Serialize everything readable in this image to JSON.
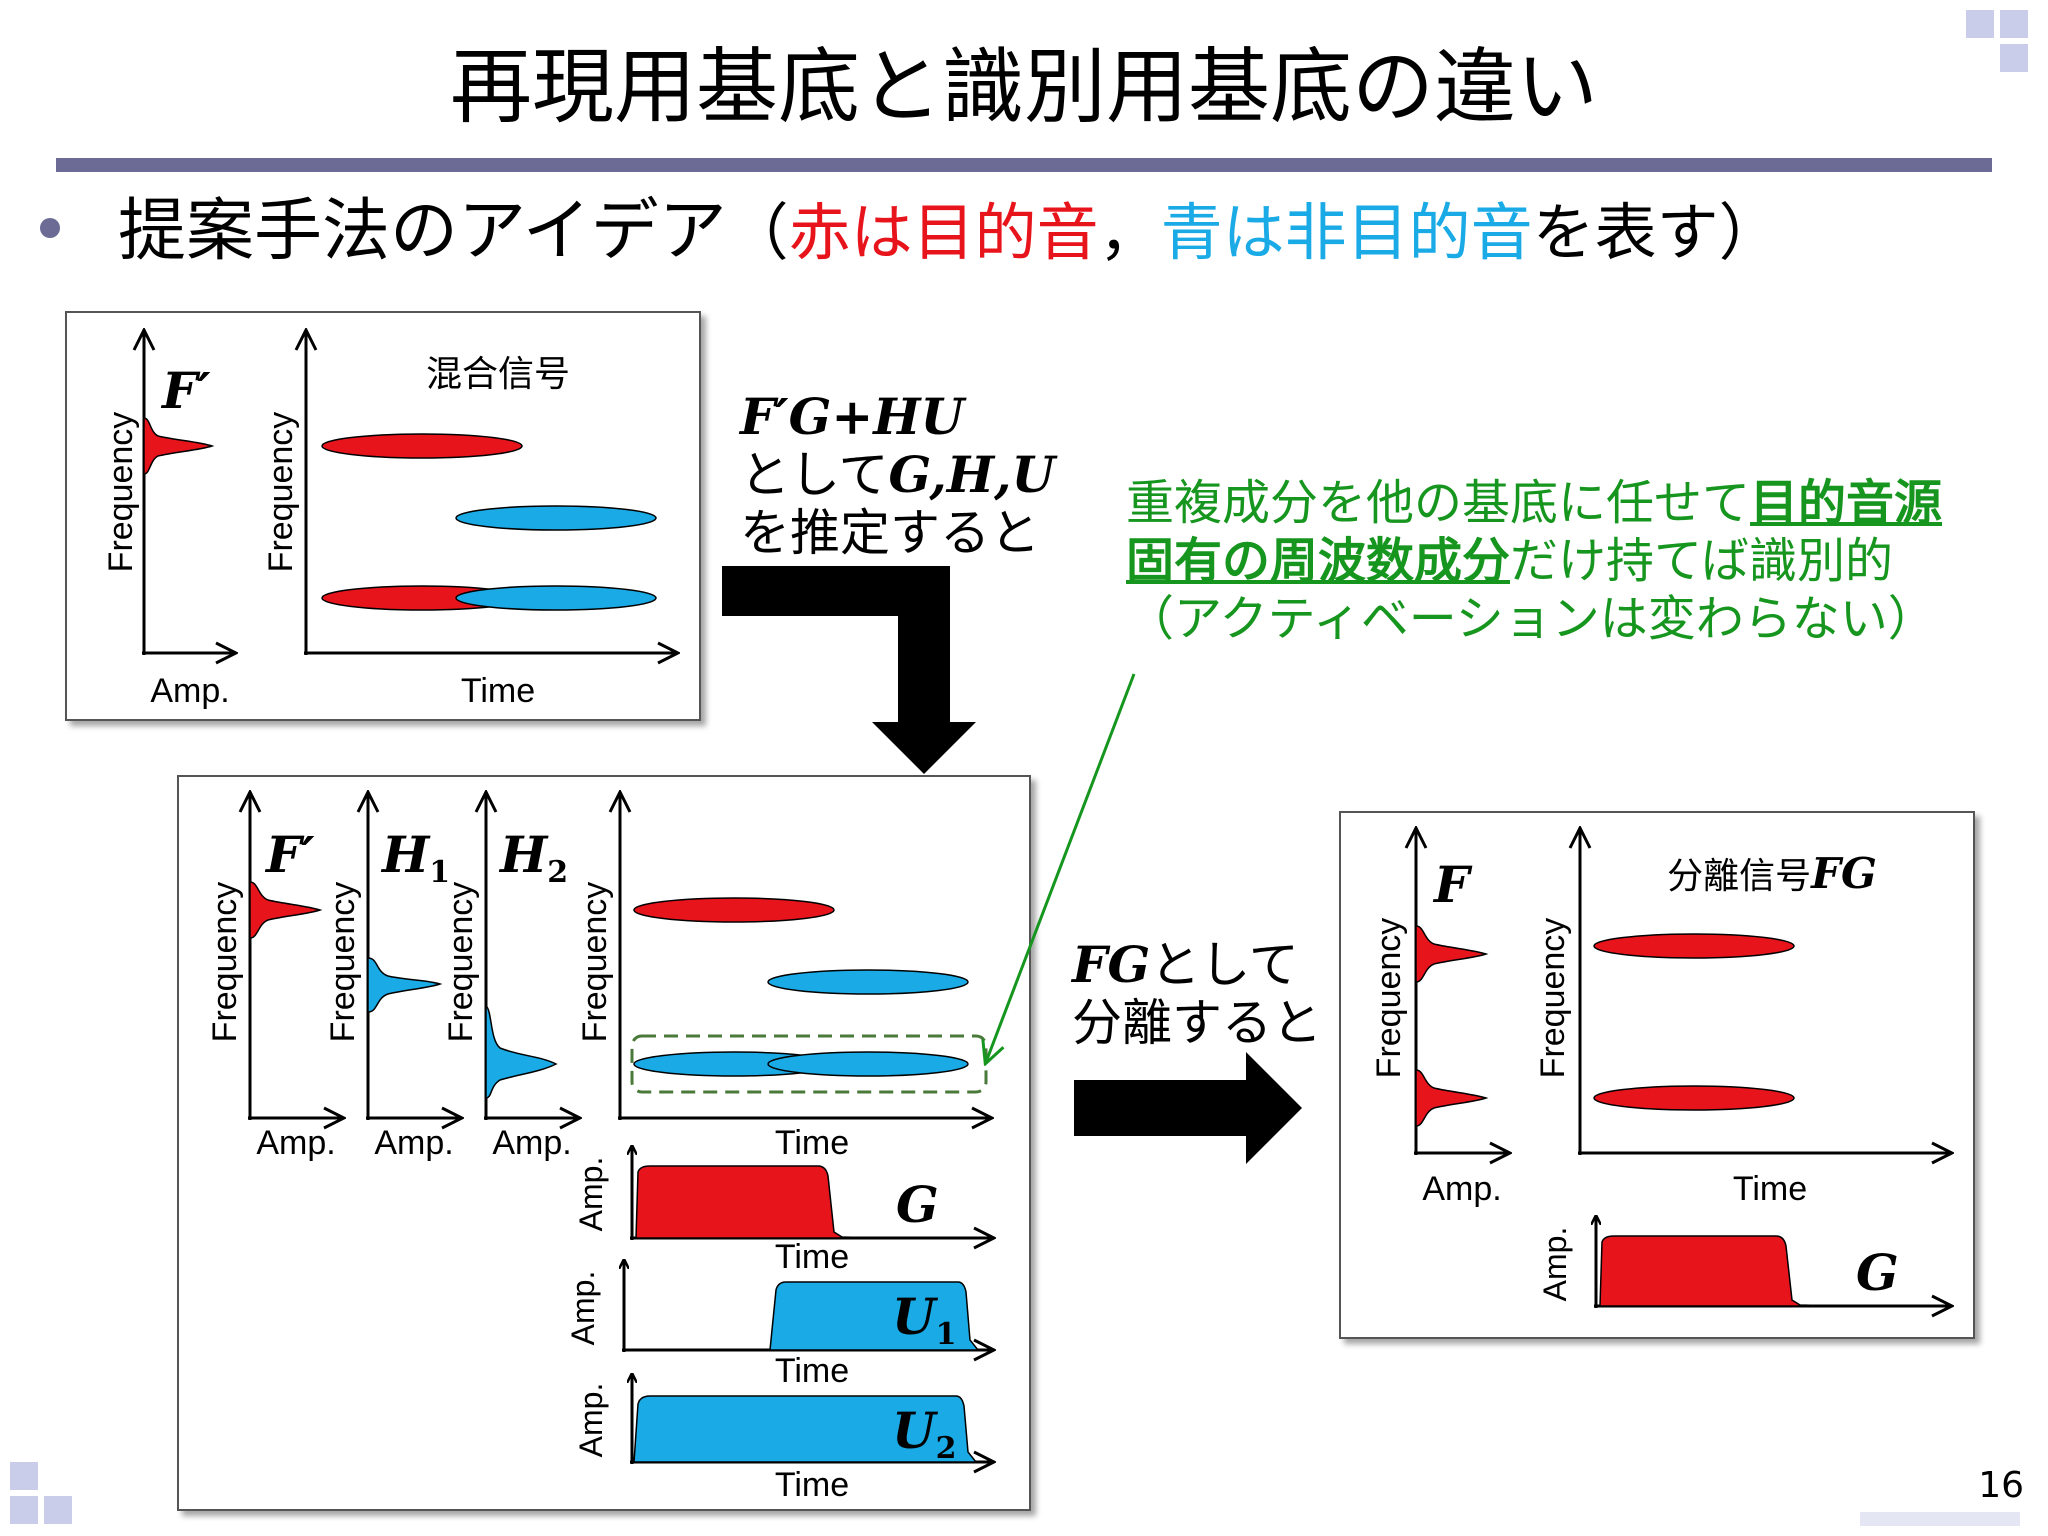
{
  "slide": {
    "title": "再現用基底と識別用基底の違い",
    "page_number": "16"
  },
  "bullet": {
    "main": "提案手法のアイデア",
    "paren_open": "（",
    "red_text": "赤は目的音",
    "comma": "，",
    "cyan_text": "青は非目的音",
    "tail": "を表す）"
  },
  "labels": {
    "frequency": "Frequency",
    "amp_short": "Amp.",
    "time": "Time",
    "mixed_signal": "混合信号",
    "separated_signal": "分離信号",
    "separated_signal_math": "FG"
  },
  "math": {
    "F_prime": "F′",
    "H1_base": "H",
    "H1_sub": "1",
    "H2_base": "H",
    "H2_sub": "2",
    "G": "G",
    "U1_base": "U",
    "U1_sub": "1",
    "U2_base": "U",
    "U2_sub": "2",
    "F": "F"
  },
  "step1": {
    "formula": "F′G+HU",
    "line2_pre": "として",
    "line2_vars": "G,H,U",
    "line3": "を推定すると"
  },
  "step2": {
    "line1_math": "FG",
    "line1_text": "として",
    "line2": "分離すると"
  },
  "note": {
    "line1_plain": "重複成分を他の基底に任せて",
    "line1_bold": "目的音源",
    "line2_bold": "固有の周波数成分",
    "line2_plain": "だけ持てば識別的",
    "line3": "（アクティベーションは変わらない）"
  },
  "colors": {
    "red": "#e8141c",
    "cyan": "#1aaae6",
    "green": "#16961e",
    "rule": "#6b6b96",
    "dashed_box": "#4a7a3a"
  }
}
